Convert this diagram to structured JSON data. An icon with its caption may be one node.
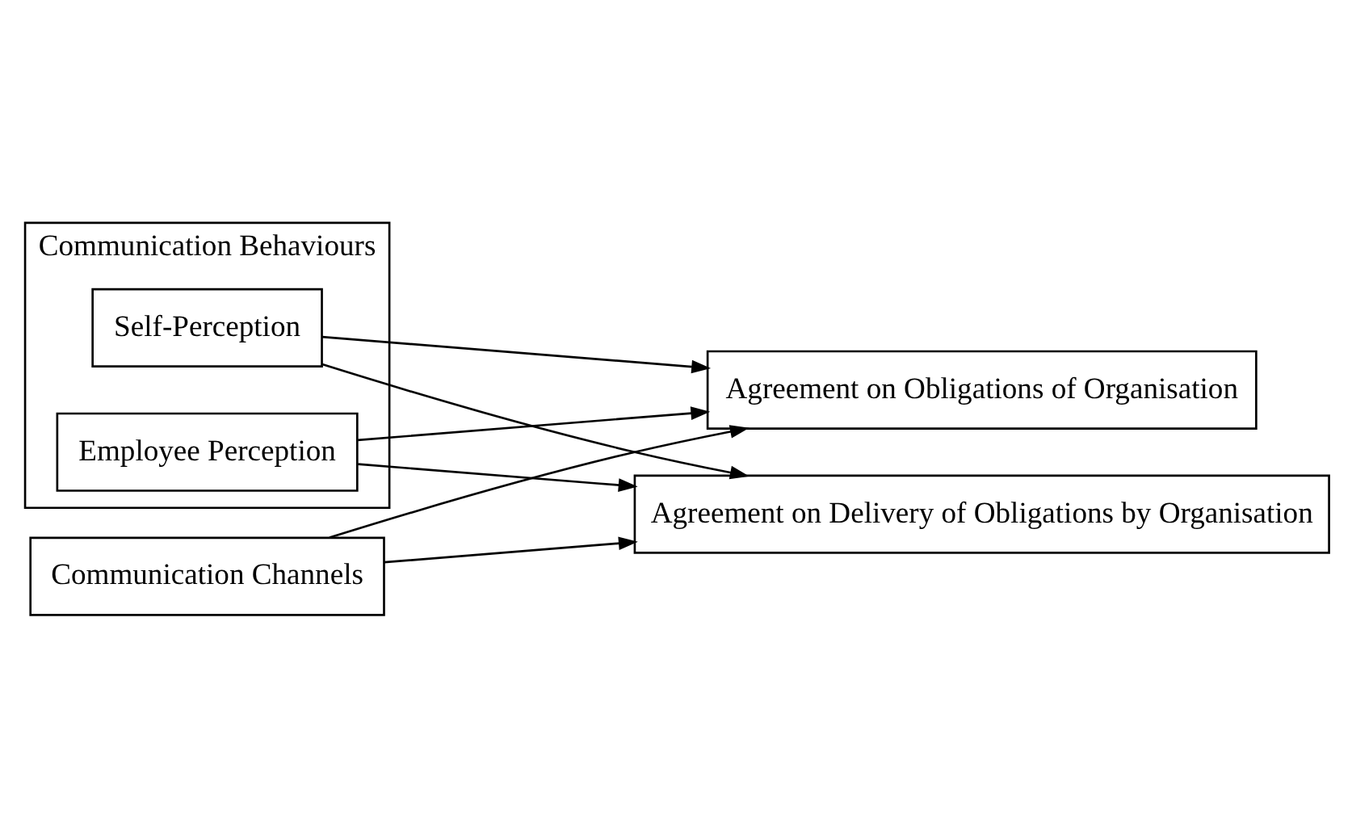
{
  "diagram": {
    "nodes": [
      {
        "text": [
          "Agreement on Obligations of Organisation"
        ]
      },
      {
        "text": [
          "Agreement on Delivery of Obligations by Organisation"
        ]
      },
      {
        "text": [
          "Communication Behaviours"
        ]
      },
      {
        "text": [
          "Self-Perception"
        ],
        "in": 2
      },
      {
        "text": [
          "Employee Perception"
        ],
        "in": 2
      },
      {
        "text": [
          "Communication Channels"
        ]
      }
    ],
    "edges": [
      {
        "from": 3,
        "to": 0,
        "arrow": "to"
      },
      {
        "from": 3,
        "to": 1,
        "arrow": "to"
      },
      {
        "from": 4,
        "to": 0,
        "arrow": "to"
      },
      {
        "from": 4,
        "to": 1,
        "arrow": "to"
      },
      {
        "from": 5,
        "to": 0,
        "arrow": "to"
      },
      {
        "from": 5,
        "to": 1,
        "arrow": "to"
      }
    ]
  }
}
